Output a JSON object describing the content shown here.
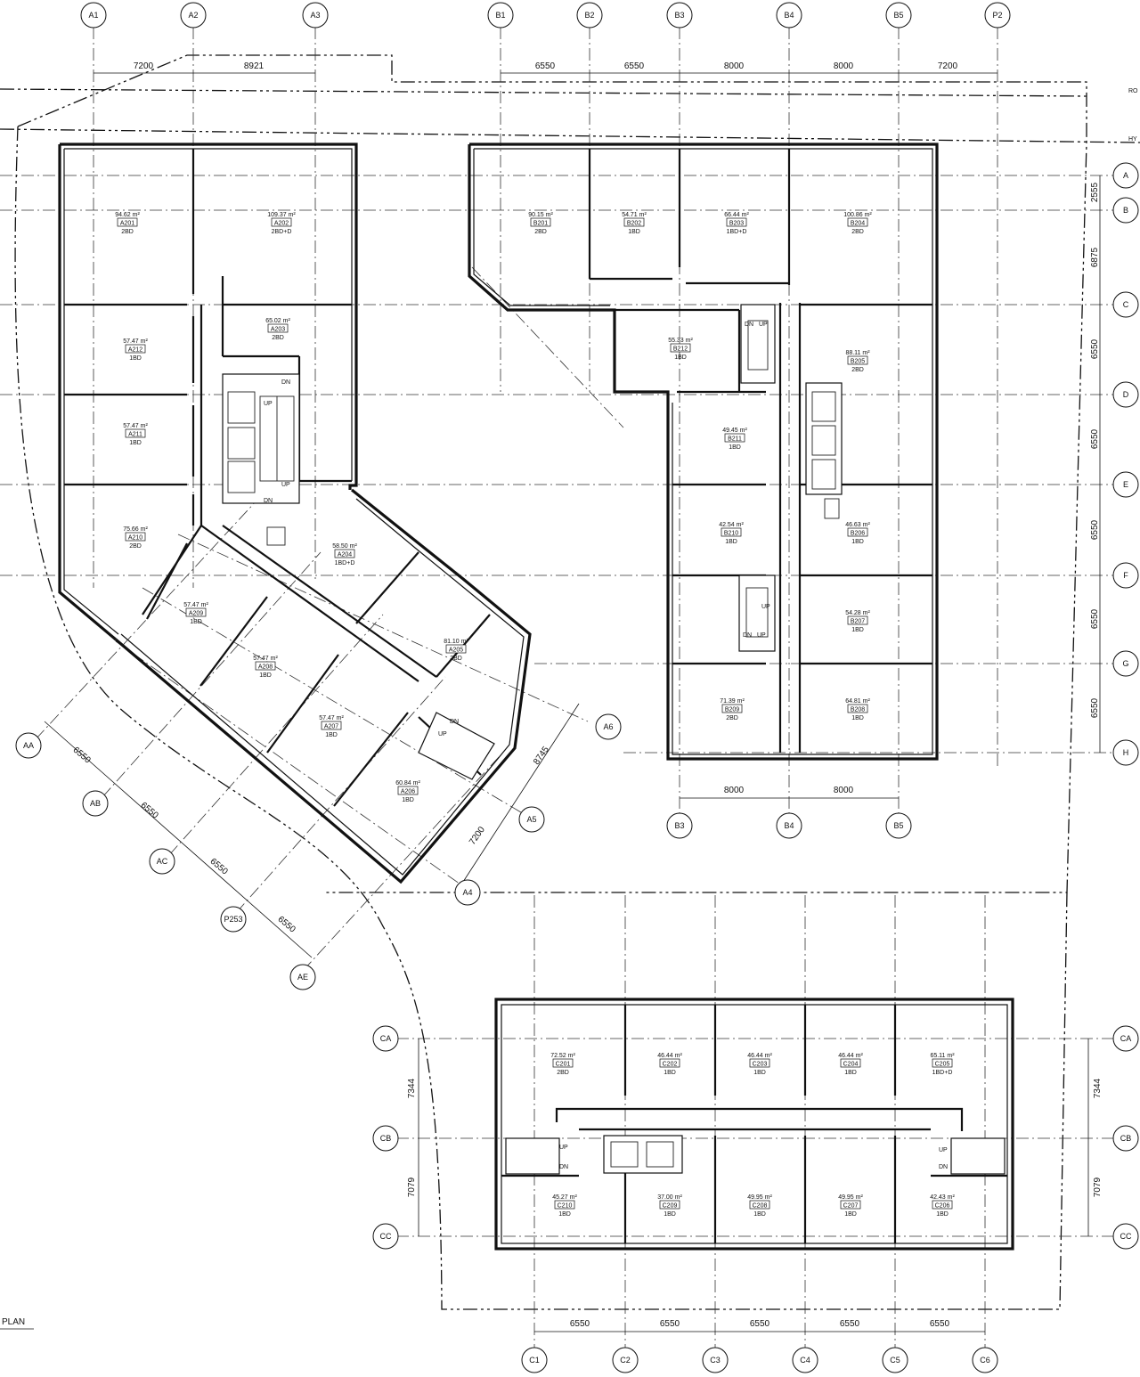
{
  "drawing": {
    "title": "PLAN",
    "edge_labels": [
      "RO",
      "HY"
    ],
    "stair_labels": {
      "up": "UP",
      "down": "DN"
    }
  },
  "grid_bubbles": {
    "top_a": [
      "A1",
      "A2",
      "A3"
    ],
    "top_b": [
      "B1",
      "B2",
      "B3",
      "B4",
      "B5",
      "P2"
    ],
    "right_b": [
      "A",
      "B",
      "C",
      "D",
      "E",
      "F",
      "G",
      "H"
    ],
    "bottom_b": [
      "B3",
      "B4",
      "B5"
    ],
    "diag_a_left": [
      "AA",
      "AB",
      "AC",
      "P253",
      "AE"
    ],
    "diag_a_right": [
      "A6",
      "A5",
      "A4"
    ],
    "c_left": [
      "CA",
      "CB",
      "CC"
    ],
    "c_right": [
      "CA",
      "CB",
      "CC"
    ],
    "c_bottom": [
      "C1",
      "C2",
      "C3",
      "C4",
      "C5",
      "C6"
    ]
  },
  "dimensions": {
    "top_a": [
      "7200",
      "8921"
    ],
    "top_b": [
      "6550",
      "6550",
      "8000",
      "8000",
      "7200"
    ],
    "right_b": [
      "2555",
      "6875",
      "6550",
      "6550",
      "6550",
      "6550",
      "6550"
    ],
    "bottom_b": [
      "8000",
      "8000"
    ],
    "diag_a_left": [
      "6550",
      "6550",
      "6550",
      "6550"
    ],
    "diag_a_right": [
      "8745",
      "7200"
    ],
    "c_left": [
      "7344",
      "7079"
    ],
    "c_right": [
      "7344",
      "7079"
    ],
    "c_bottom": [
      "6550",
      "6550",
      "6550",
      "6550",
      "6550"
    ]
  },
  "units": [
    {
      "area": "94.62 m²",
      "num": "A201",
      "type": "2BD"
    },
    {
      "area": "109.37 m²",
      "num": "A202",
      "type": "2BD+D"
    },
    {
      "area": "65.02 m²",
      "num": "A203",
      "type": "2BD"
    },
    {
      "area": "57.47 m²",
      "num": "A212",
      "type": "1BD"
    },
    {
      "area": "57.47 m²",
      "num": "A211",
      "type": "1BD"
    },
    {
      "area": "75.66 m²",
      "num": "A210",
      "type": "2BD"
    },
    {
      "area": "58.50 m²",
      "num": "A204",
      "type": "1BD+D"
    },
    {
      "area": "57.47 m²",
      "num": "A209",
      "type": "1BD"
    },
    {
      "area": "57.47 m²",
      "num": "A208",
      "type": "1BD"
    },
    {
      "area": "81.10 m²",
      "num": "A205",
      "type": "2BD"
    },
    {
      "area": "57.47 m²",
      "num": "A207",
      "type": "1BD"
    },
    {
      "area": "60.84 m²",
      "num": "A206",
      "type": "1BD"
    },
    {
      "area": "90.15 m²",
      "num": "B201",
      "type": "2BD"
    },
    {
      "area": "54.71 m²",
      "num": "B202",
      "type": "1BD"
    },
    {
      "area": "66.44 m²",
      "num": "B203",
      "type": "1BD+D"
    },
    {
      "area": "100.86 m²",
      "num": "B204",
      "type": "2BD"
    },
    {
      "area": "55.33 m²",
      "num": "B212",
      "type": "1BD"
    },
    {
      "area": "88.11 m²",
      "num": "B205",
      "type": "2BD"
    },
    {
      "area": "49.45 m²",
      "num": "B211",
      "type": "1BD"
    },
    {
      "area": "42.54 m²",
      "num": "B210",
      "type": "1BD"
    },
    {
      "area": "46.63 m²",
      "num": "B206",
      "type": "1BD"
    },
    {
      "area": "54.28 m²",
      "num": "B207",
      "type": "1BD"
    },
    {
      "area": "71.39 m²",
      "num": "B209",
      "type": "2BD"
    },
    {
      "area": "64.81 m²",
      "num": "B208",
      "type": "1BD"
    },
    {
      "area": "72.52 m²",
      "num": "C201",
      "type": "2BD"
    },
    {
      "area": "46.44 m²",
      "num": "C202",
      "type": "1BD"
    },
    {
      "area": "46.44 m²",
      "num": "C203",
      "type": "1BD"
    },
    {
      "area": "46.44 m²",
      "num": "C204",
      "type": "1BD"
    },
    {
      "area": "65.11 m²",
      "num": "C205",
      "type": "1BD+D"
    },
    {
      "area": "45.27 m²",
      "num": "C210",
      "type": "1BD"
    },
    {
      "area": "37.00 m²",
      "num": "C209",
      "type": "1BD"
    },
    {
      "area": "49.95 m²",
      "num": "C208",
      "type": "1BD"
    },
    {
      "area": "49.95 m²",
      "num": "C207",
      "type": "1BD"
    },
    {
      "area": "42.43 m²",
      "num": "C206",
      "type": "1BD"
    }
  ]
}
